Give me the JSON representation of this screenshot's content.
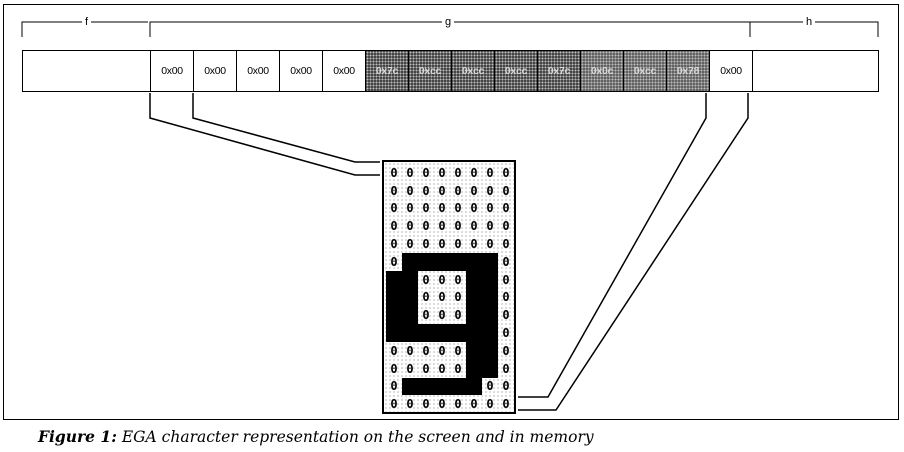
{
  "figure": {
    "brackets": [
      {
        "id": "f",
        "label": "f"
      },
      {
        "id": "g",
        "label": "g"
      },
      {
        "id": "h",
        "label": "h"
      }
    ],
    "memory_cells": [
      {
        "value": "",
        "type": "blank"
      },
      {
        "value": "0x00",
        "type": "zero"
      },
      {
        "value": "0x00",
        "type": "zero"
      },
      {
        "value": "0x00",
        "type": "zero"
      },
      {
        "value": "0x00",
        "type": "zero"
      },
      {
        "value": "0x00",
        "type": "zero"
      },
      {
        "value": "0x7c",
        "type": "shaded"
      },
      {
        "value": "0xcc",
        "type": "shaded"
      },
      {
        "value": "0xcc",
        "type": "shaded"
      },
      {
        "value": "0xcc",
        "type": "shaded"
      },
      {
        "value": "0x7c",
        "type": "shaded"
      },
      {
        "value": "0x0c",
        "type": "shaded"
      },
      {
        "value": "0xcc",
        "type": "shaded"
      },
      {
        "value": "0x78",
        "type": "shaded"
      },
      {
        "value": "0x00",
        "type": "zero"
      },
      {
        "value": "",
        "type": "blank"
      }
    ],
    "character_grid": {
      "columns": 8,
      "rows": 14,
      "background_digit": "0",
      "glyph": "g"
    },
    "caption": {
      "label": "Figure 1:",
      "text": " EGA character representation on the screen and in memory"
    }
  }
}
